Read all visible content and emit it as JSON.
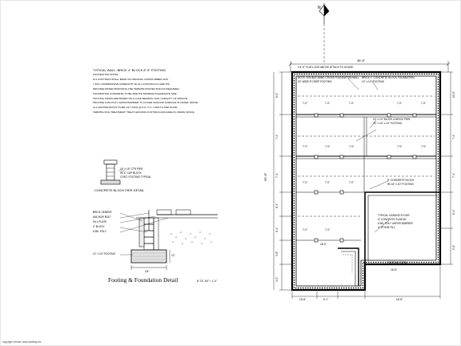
{
  "footer": {
    "credit": "copyright version www.drafting.biz"
  },
  "notes_header": "TYPICAL WALL: BRICK 4\" BLOCK 8\" 8\" FOOTING",
  "notes": [
    "FOUNDATION NOTES",
    "ALL FOOTINGS SHALL BEAR ON ORIGINAL UNDISTURBED SOIL",
    "7-DAY COMPRESSIVE STRENGTH OF ALL FOOTINGS IS 3000 PSI",
    "PROVIDE WATER PROOFING AND TERMITE PROTECTION AS REQUIRED",
    "FOUNDATION CONCRETE TO BE 3000 PSI MINIMUM AGGREGATE SIZE",
    "FOOTING SIZING ARE BASED ON A LOAD BEARING SOIL CAPACITY OF 2000 PSI",
    "PROVIDE 6 MIL POLY VAPOR BARRIER TO COVER GROUND SURFACE IN CRAWL SPACE",
    "ALL ANCHOR BOLTS TO BE 1/2\" LONG @ 6'-0\" O.C. 2 BOLTS PER PLATE",
    "TERMITE SOIL TREATMENT: TREAT GROUND FOOTINGS AND AREA IN CRAWL SPACE"
  ],
  "pier_detail": {
    "label1": "16\" x 16\" CTR PIER",
    "label2": "W/ 4\" CAP BLOCK",
    "label3": "CONT. FOOTING TYPICAL",
    "title": "CONCRETE BLOCK PIER DETAIL"
  },
  "footing_detail": {
    "title": "Footing & Foundation Detail",
    "scale": "N.T.S. 3/4\" = 1'-0\"",
    "dim_width": "24\"",
    "dim_depth": "12\"",
    "callouts": [
      "BRICK VENEER",
      "ANCHOR BOLT",
      "SILL PLATE",
      "4\" BLOCK",
      "6 MIL POLY",
      "12\" x 24\" FOOTING"
    ]
  },
  "plan": {
    "north_marker": "N",
    "overall_width": "38'-8\"",
    "overall_depth": "56'-8\"",
    "note_top_1": "2 ft. 6\" FLAT-LOGS ABOVE ATTACH TO HOUSE",
    "note_top_2": "NOTE: DOUBLE BAND CROSS FOUNDATION WALL",
    "note_top_3": "24\" WIDE 8\" DEEP FOOTING",
    "note_brick": "BRICK 1\" CONCRETE BLOCK FOUNDATION",
    "note_brick_2": "12\" x 10\" FOOTING",
    "note_beam": "10\" x 10\" BLOCK & BRICK PIER",
    "note_beam_2": "24\" x 24\" x 10\" FOOTING",
    "note_block": "8\" CONCRETE BLOCK",
    "note_block_2": "W/ 16\" x 10\" FOOTING",
    "garage_note_1": "TYPICAL GARAGE FLOOR",
    "garage_note_2": "4\" CONCRETE SLAB W/",
    "garage_note_3": "6 MIL POLY VAPOR BARRIER",
    "garage_note_4": "4\" STONE FILL",
    "footing_note": "FOOTING TURN",
    "spacing": "7'-0\"",
    "side_dims": [
      "6'-0\"",
      "7'-4\"",
      "7'-4\"",
      "6'-4\"",
      "6'-4\"",
      "5'-8\"",
      "4'-0\""
    ],
    "right_dims": [
      "10'-0\"",
      "7'-4\"",
      "7'-4\"",
      "6'-4\"",
      "5'-0\""
    ],
    "bottom_dims": [
      "15'-8\"",
      "6'-1\"",
      "16'-8\""
    ],
    "inner_dims": [
      "16'-8\"",
      "18'-0\""
    ]
  }
}
